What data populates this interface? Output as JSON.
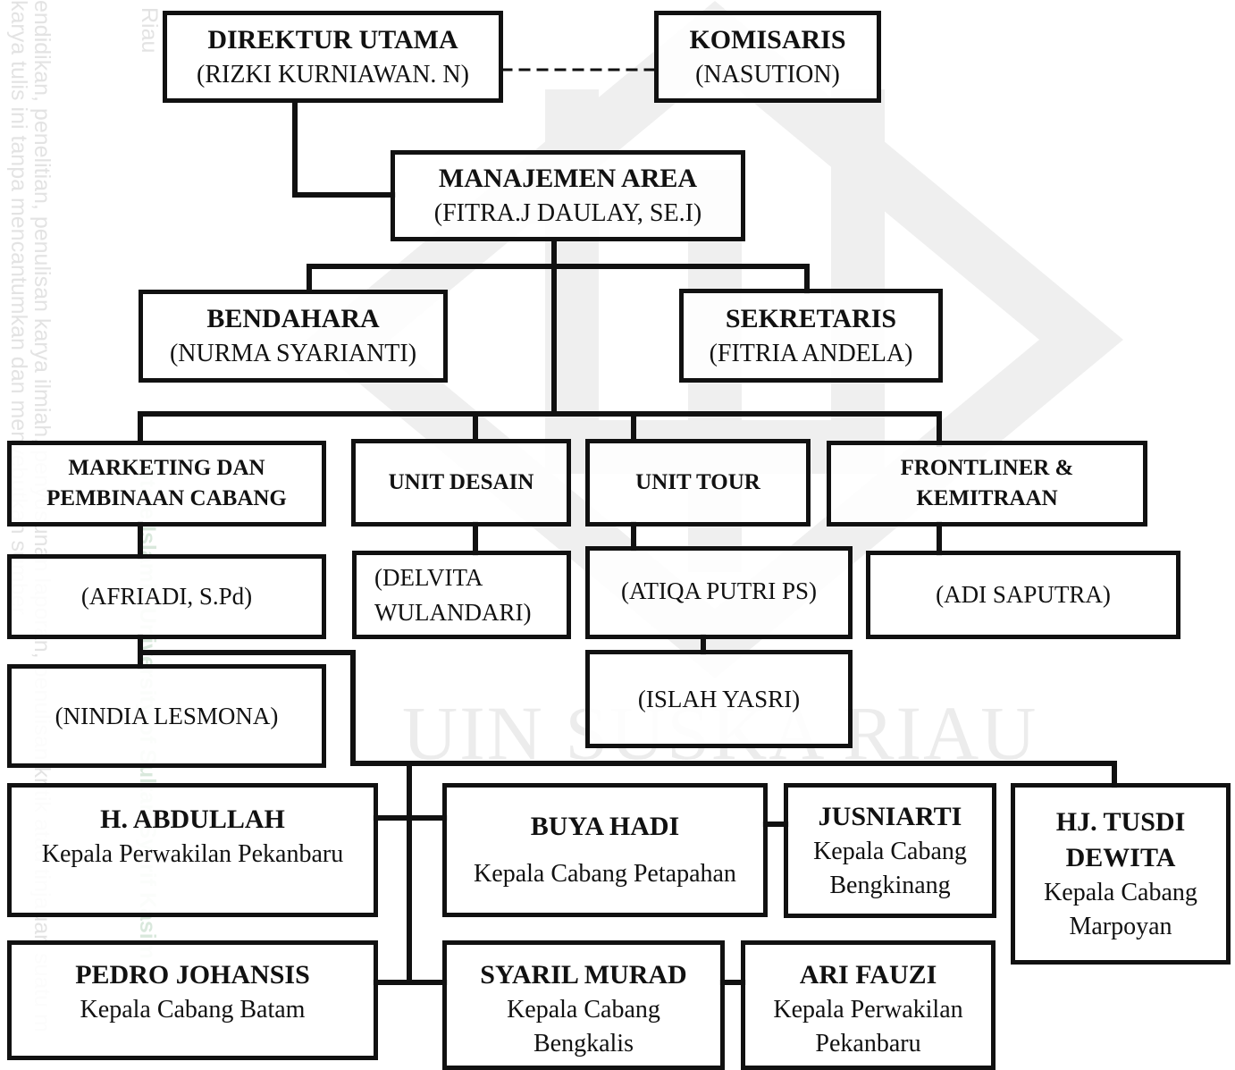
{
  "watermark": {
    "side_lines": [
      "karya tulis ini tanpa mencantumkan dan menyebutkan sumber",
      "endidikan, penelitian, penulisan karya ilmiah, penyusunan laporan, penulisan kritik atau tinjauan suatu m"
    ],
    "side_riau": "Riau",
    "green_line": "State Islamic University of Sultan Syarif Kasim",
    "bottom": "UIN SUSKA RIAU"
  },
  "org": {
    "direktur": {
      "title": "DIREKTUR UTAMA",
      "name": "(RIZKI KURNIAWAN. N)"
    },
    "komisaris": {
      "title": "KOMISARIS",
      "name": "(NASUTION)"
    },
    "manajemen": {
      "title": "MANAJEMEN AREA",
      "name": "(FITRA.J DAULAY, SE.I)"
    },
    "bendahara": {
      "title": "BENDAHARA",
      "name": "(NURMA SYARIANTI)"
    },
    "sekretaris": {
      "title": "SEKRETARIS",
      "name": "(FITRIA ANDELA)"
    },
    "marketing": {
      "title_line1": "MARKETING DAN",
      "title_line2": "PEMBINAAN CABANG",
      "name": "(AFRIADI, S.Pd)",
      "staff": "(NINDIA LESMONA)"
    },
    "desain": {
      "title": "UNIT DESAIN",
      "name_line1": "(DELVITA",
      "name_line2": "WULANDARI)"
    },
    "tour": {
      "title": "UNIT TOUR",
      "name": "(ATIQA PUTRI PS)",
      "staff": "(ISLAH YASRI)"
    },
    "frontliner": {
      "title_line1": "FRONTLINER &",
      "title_line2": "KEMITRAAN",
      "name": "(ADI SAPUTRA)"
    },
    "branches": {
      "abdullah": {
        "name": "H. ABDULLAH",
        "role": "Kepala Perwakilan Pekanbaru"
      },
      "buya": {
        "name": "BUYA HADI",
        "role": "Kepala Cabang Petapahan"
      },
      "jusniarti": {
        "name": "JUSNIARTI",
        "role_line1": "Kepala Cabang",
        "role_line2": "Bengkinang"
      },
      "tusdi": {
        "name_line1": "HJ. TUSDI",
        "name_line2": "DEWITA",
        "role_line1": "Kepala Cabang",
        "role_line2": "Marpoyan"
      },
      "pedro": {
        "name": "PEDRO JOHANSIS",
        "role": "Kepala Cabang Batam"
      },
      "syaril": {
        "name": "SYARIL MURAD",
        "role_line1": "Kepala Cabang",
        "role_line2": "Bengkalis"
      },
      "ari": {
        "name": "ARI FAUZI",
        "role_line1": "Kepala Perwakilan",
        "role_line2": "Pekanbaru"
      }
    }
  }
}
